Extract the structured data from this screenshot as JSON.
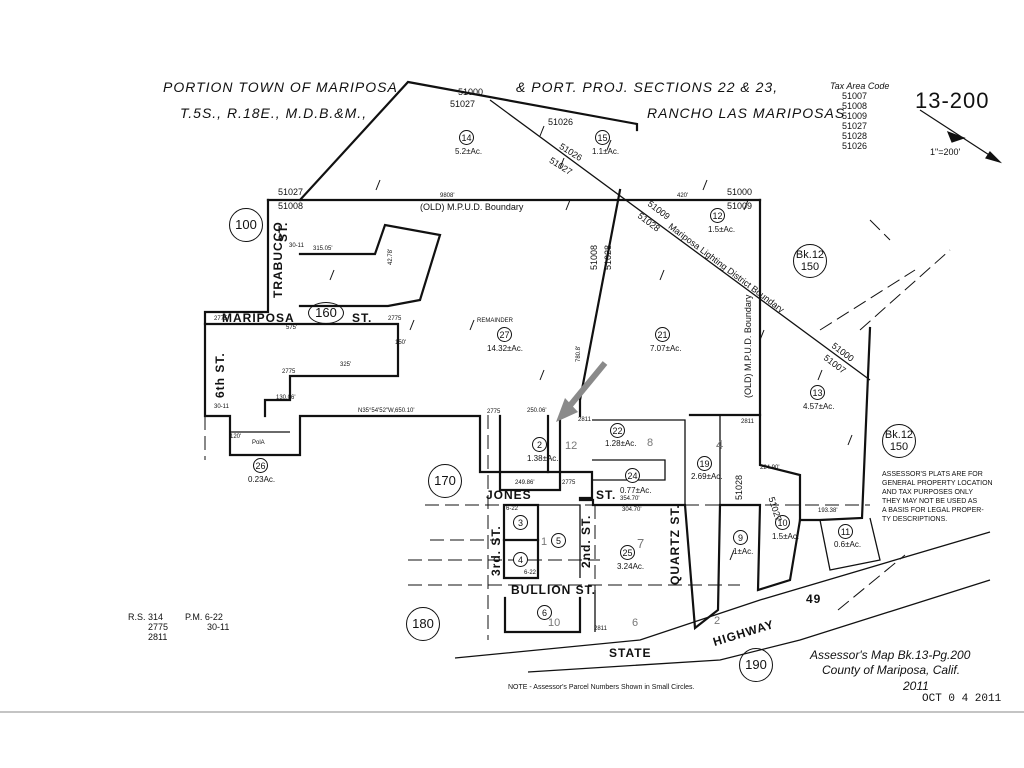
{
  "header": {
    "line1_left": "PORTION TOWN OF MARIPOSA",
    "line1_right": "& PORT. PROJ. SECTIONS 22 & 23,",
    "line2_left": "T.5S., R.18E., M.D.B.&M.,",
    "line2_right": "RANCHO LAS MARIPOSAS",
    "map_number": "13-200",
    "scale": "1\"=200'"
  },
  "tax_area": {
    "title": "Tax Area Code",
    "codes": [
      "51007",
      "51008",
      "51009",
      "51027",
      "51028",
      "51026"
    ]
  },
  "streets": {
    "mariposa": "MARIPOSA",
    "mariposa_st": "ST.",
    "sixth": "6th ST.",
    "trabucco": "TRABUCCO",
    "trabucco_st": "ST.",
    "jones": "JONES",
    "jones_st": "ST.",
    "third": "3rd. ST.",
    "second": "2nd. ST.",
    "quartz": "QUARTZ ST.",
    "bullion": "BULLION ST.",
    "state": "STATE",
    "highway": "HIGHWAY",
    "hwy_num": "49"
  },
  "boundaries": {
    "mpud": "(OLD) M.P.U.D. Boundary",
    "lighting": "Mariposa Lighting District Boundary",
    "mpud_vert": "(OLD) M.P.U.D. Boundary",
    "remainder": "REMAINDER"
  },
  "parcels": [
    {
      "num": "14",
      "area": "5.2±Ac."
    },
    {
      "num": "15",
      "area": "1.1±Ac."
    },
    {
      "num": "12",
      "area": "1.5±Ac."
    },
    {
      "num": "27",
      "area": "14.32±Ac."
    },
    {
      "num": "21",
      "area": "7.07±Ac."
    },
    {
      "num": "13",
      "area": "4.57±Ac."
    },
    {
      "num": "2",
      "area": "1.38±Ac."
    },
    {
      "num": "22",
      "area": "1.28±Ac."
    },
    {
      "num": "24",
      "area": "0.77±Ac."
    },
    {
      "num": "19",
      "area": "2.69±Ac."
    },
    {
      "num": "26",
      "area": "0.23Ac."
    },
    {
      "num": "3",
      "area": ""
    },
    {
      "num": "5",
      "area": ""
    },
    {
      "num": "4",
      "area": ""
    },
    {
      "num": "25",
      "area": "3.24Ac."
    },
    {
      "num": "9",
      "area": "1±Ac."
    },
    {
      "num": "10",
      "area": "1.5±Ac."
    },
    {
      "num": "11",
      "area": "0.6±Ac."
    },
    {
      "num": "6",
      "area": ""
    }
  ],
  "block_refs": {
    "b100": "100",
    "b160": "160",
    "b170": "170",
    "b180": "180",
    "b190": "190",
    "bk12_top_a": "Bk.12",
    "bk12_top_b": "150",
    "bk12_bot_a": "Bk.12",
    "bk12_bot_b": "150"
  },
  "codes_on_map": {
    "c51000_top": "51000",
    "c51027_top": "51027",
    "c51026_a": "51026",
    "c51026_b": "51026",
    "c51027_b": "51027",
    "c51027_left": "51027",
    "c51008_left": "51008",
    "c51000_right": "51000",
    "c51009_right": "51009",
    "c51009_diag": "51009",
    "c51028_diag": "51028",
    "c51008_vert": "51008",
    "c51028_vert": "51028",
    "c51000_diag2": "51000",
    "c51007_diag2": "51007",
    "c51028_low": "51028",
    "c51027_low": "51027"
  },
  "lot_numbers": {
    "l12": "12",
    "l8": "8",
    "l4": "4",
    "l1": "1",
    "l7": "7",
    "l6": "6",
    "l10": "10",
    "l2": "2"
  },
  "misc_labels": {
    "m2775a": "2775",
    "m2775b": "2775",
    "m3011a": "30-11",
    "m2775c": "2775",
    "m2811a": "2811",
    "m2775d": "2775",
    "m2811b": "2811",
    "m2775e": "2775",
    "m2811c": "2811",
    "m622a": "6-22",
    "m622b": "6-22",
    "m3011b": "30-11",
    "bearing": "N35°54'52\"W,650.10'",
    "d250": "250.06'",
    "d249": "249.86'",
    "d575": "575'",
    "d325": "325'",
    "d315": "315.05'",
    "d9808": "9808'",
    "d420": "420'",
    "d150": "150'",
    "d7808": "780.8'",
    "d224": "224.90'",
    "d193": "193.38'",
    "d304": "304.70'",
    "d354": "354.70'",
    "d130": "130.06'",
    "d120": "120'",
    "pola": "PolA",
    "d4278": "42.78'"
  },
  "refs": {
    "rs": "R.S. 314",
    "pm": "P.M. 6-22",
    "r2775": "2775",
    "r3011": "30-11",
    "r2811": "2811"
  },
  "disclaimer": [
    "ASSESSOR'S PLATS ARE FOR",
    "GENERAL PROPERTY LOCATION",
    "AND TAX PURPOSES ONLY",
    "THEY MAY NOT BE USED AS",
    "A BASIS FOR LEGAL PROPER-",
    "TY DESCRIPTIONS."
  ],
  "footer": {
    "map_ref": "Assessor's Map Bk.13-Pg.200",
    "county": "County of Mariposa, Calif.",
    "year": "2011",
    "stamp": "OCT 0 4 2011",
    "note": "NOTE - Assessor's Parcel Numbers Shown in Small Circles."
  }
}
